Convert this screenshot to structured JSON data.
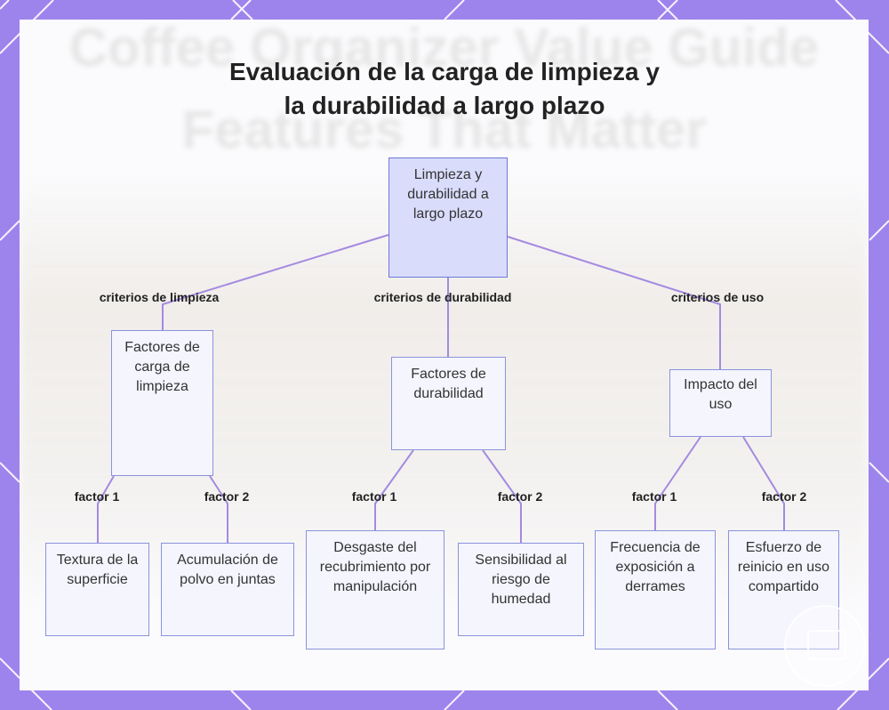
{
  "background_text": {
    "line1": "Coffee Organizer Value Guide",
    "line2": "Features That Matter"
  },
  "title": {
    "line1": "Evaluación de la carga de limpieza y",
    "line2": "la durabilidad a largo plazo"
  },
  "nodes": {
    "root": "Limpieza y durabilidad a largo plazo",
    "cleaning": "Factores de carga de limpieza",
    "durability": "Factores de durabilidad",
    "usage": "Impacto del uso",
    "texture": "Textura de la superficie",
    "dust": "Acumulación de polvo en juntas",
    "wear": "Desgaste del recubrimiento por manipulación",
    "humidity": "Sensibilidad al riesgo de humedad",
    "spills": "Frecuencia de exposición a derrames",
    "reset": "Esfuerzo de reinicio en uso compartido"
  },
  "edge_labels": {
    "cleaning": "criterios de limpieza",
    "durability": "criterios de durabilidad",
    "usage": "criterios de uso",
    "f1_cleaning": "factor 1",
    "f2_cleaning": "factor 2",
    "f1_durability": "factor 1",
    "f2_durability": "factor 2",
    "f1_usage": "factor 1",
    "f2_usage": "factor 2"
  },
  "colors": {
    "frame": "#9d84ec",
    "node_fill": "#f4f5fd",
    "root_fill": "#d9dcfb",
    "node_border": "#8b93dc",
    "connector": "#a48ae0"
  }
}
